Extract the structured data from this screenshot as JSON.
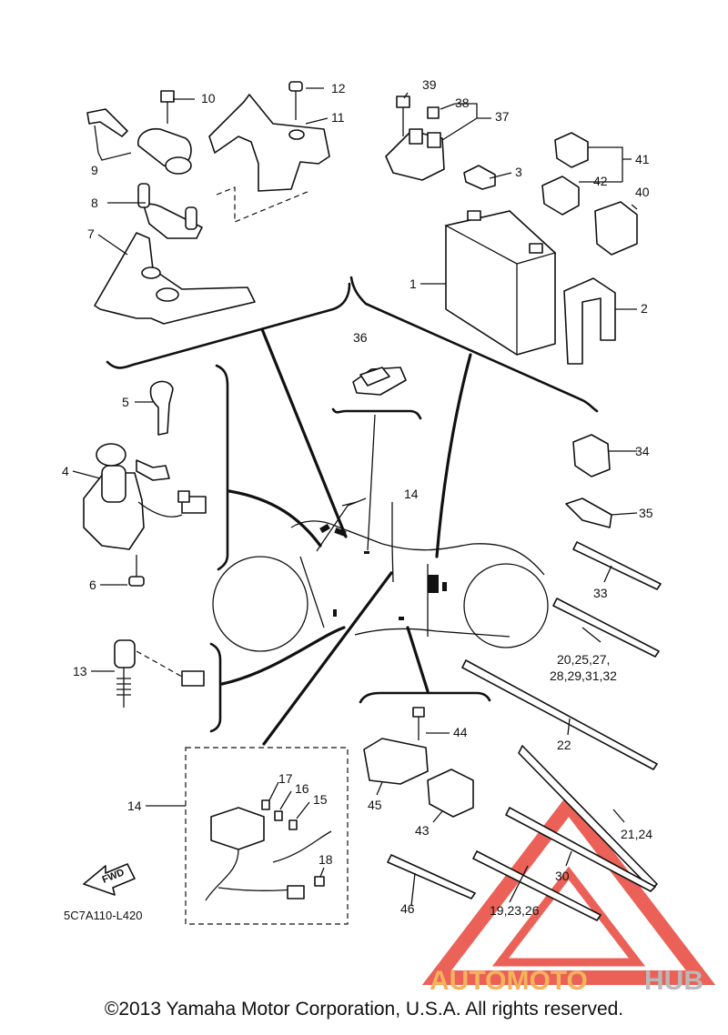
{
  "diagram_code": "5C7A110-L420",
  "copyright": "©2013 Yamaha Motor Corporation, U.S.A. All rights reserved.",
  "fwd_label": "FWD",
  "watermark": {
    "part1": "AUTOMOTO",
    "part2": "HUB",
    "color1": "#f5b25c",
    "color2": "#b9b9b9",
    "triangle_color": "#e8463c"
  },
  "callouts": {
    "c1": "1",
    "c2": "2",
    "c3": "3",
    "c4": "4",
    "c5": "5",
    "c6": "6",
    "c7": "7",
    "c8": "8",
    "c9": "9",
    "c10": "10",
    "c11": "11",
    "c12": "12",
    "c13": "13",
    "c14a": "14",
    "c14b": "14",
    "c15": "15",
    "c16": "16",
    "c17": "17",
    "c18": "18",
    "c20group_a": "20,25,27,",
    "c20group_b": "28,29,31,32",
    "c21": "21,24",
    "c22": "22",
    "c19": "19,23,26",
    "c30": "30",
    "c33": "33",
    "c34": "34",
    "c35": "35",
    "c36": "36",
    "c37": "37",
    "c38": "38",
    "c39": "39",
    "c40": "40",
    "c41": "41",
    "c42": "42",
    "c43": "43",
    "c44": "44",
    "c45": "45",
    "c46": "46"
  }
}
